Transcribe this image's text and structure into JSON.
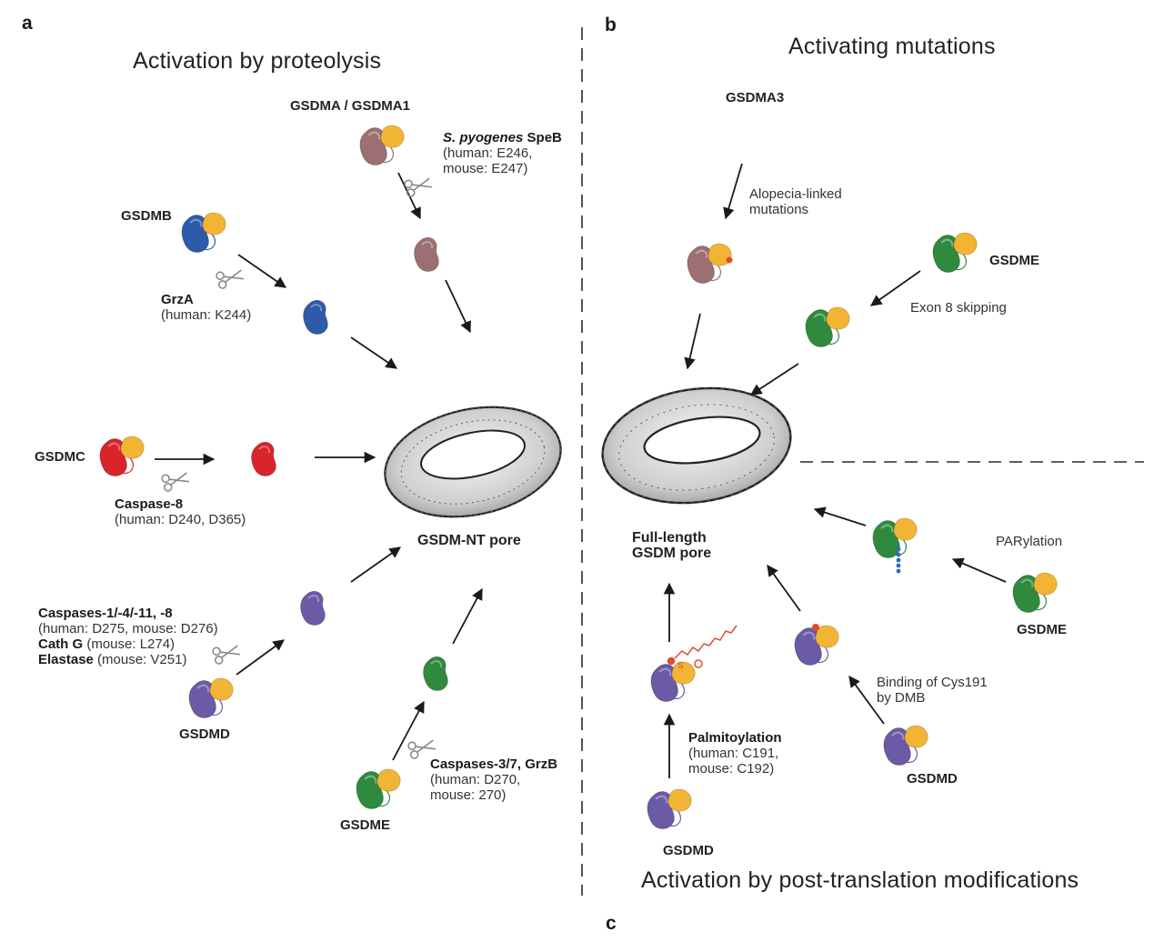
{
  "panels": {
    "a": "a",
    "b": "b",
    "c": "c"
  },
  "titles": {
    "proteolysis": "Activation by proteolysis",
    "mutations": "Activating mutations",
    "ptm": "Activation by post-translation modifications"
  },
  "proteins": {
    "gsdma": "GSDMA / GSDMA1",
    "gsdmb": "GSDMB",
    "gsdmc": "GSDMC",
    "gsdmd_a": "GSDMD",
    "gsdme_a": "GSDME",
    "gsdma3": "GSDMA3",
    "gsdme_b": "GSDME",
    "gsdme_c": "GSDME",
    "gsdmd_c1": "GSDMD",
    "gsdmd_c2": "GSDMD"
  },
  "annotations": {
    "speb_name": "S. pyogenes",
    "speb_name2": " SpeB",
    "speb_l2": "(human: E246,",
    "speb_l3": "mouse: E247)",
    "grza_name": "GrzA",
    "grza_l2": "(human: K244)",
    "casp8_name": "Caspase-8",
    "casp8_l2": "(human: D240, D365)",
    "casp_multi": "Caspases-1/-4/-11, -8",
    "casp_multi_l2": "(human: D275, mouse: D276)",
    "cathg_name": "Cath G",
    "cathg_rest": " (mouse: L274)",
    "elastase_name": "Elastase",
    "elastase_rest": " (mouse: V251)",
    "casp37_name": "Caspases-3/7, GrzB",
    "casp37_l2": "(human: D270,",
    "casp37_l3": "mouse: 270)",
    "alopecia_l1": "Alopecia-linked",
    "alopecia_l2": "mutations",
    "exon8": "Exon 8 skipping",
    "parylation": "PARylation",
    "palm_name": "Palmitoylation",
    "palm_l2": "(human: C191,",
    "palm_l3": "mouse: C192)",
    "cys_l1": "Binding of Cys191",
    "cys_l2": "by DMB"
  },
  "pores": {
    "nt_pore": "GSDM-NT pore",
    "fl_pore_l1": "Full-length",
    "fl_pore_l2": "GSDM pore"
  },
  "colors": {
    "gsdma": "#9c6f72",
    "gsdmb": "#2f5aaa",
    "gsdmc": "#d8242a",
    "gsdmd": "#6b5aa6",
    "gsdme": "#2f8a3e",
    "c_terminal": "#f2b434",
    "modification_mark": "#e64a2b",
    "parylation_beads": "#2d6cc0",
    "palmitoyl_chain": "#e04a3a"
  }
}
